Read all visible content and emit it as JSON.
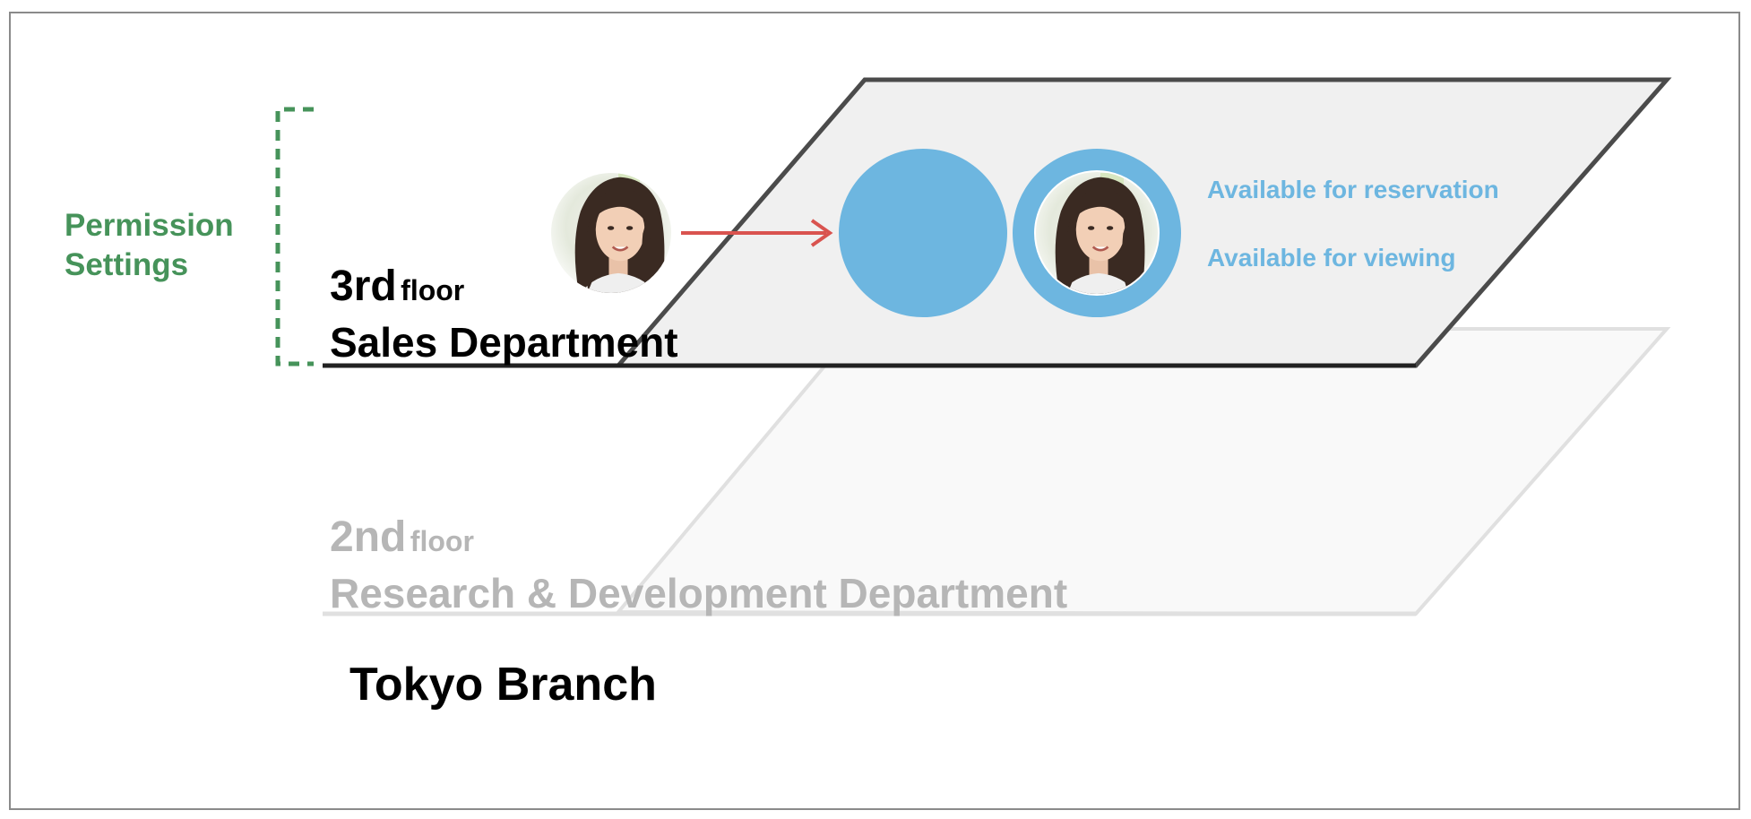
{
  "permission_settings": {
    "line1": "Permission",
    "line2": "Settings"
  },
  "floors": [
    {
      "number": "3rd",
      "word": "floor",
      "department": "Sales Department"
    },
    {
      "number": "2nd",
      "word": "floor",
      "department": "Research & Development Department"
    }
  ],
  "branch": "Tokyo Branch",
  "permissions": {
    "reservation": "Available for reservation",
    "viewing": "Available for viewing"
  },
  "colors": {
    "permission_green": "#46935a",
    "accent_blue": "#6db6e0",
    "arrow_red": "#d9534f",
    "active_plane_fill": "#f0f0f0",
    "inactive_text": "#b6b6b6"
  },
  "icons": [
    "user-avatar-icon",
    "arrow-right-icon",
    "circle-icon",
    "user-avatar-ring-icon"
  ]
}
